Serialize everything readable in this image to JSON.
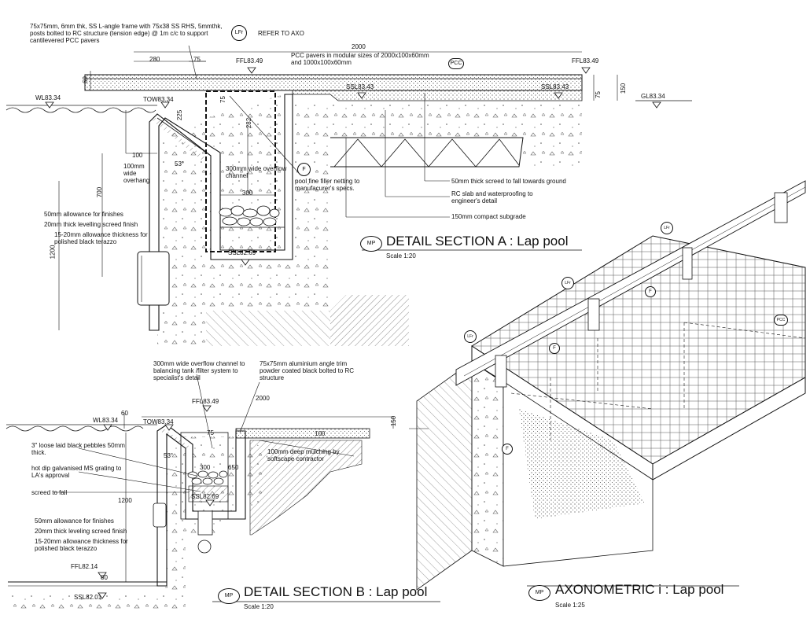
{
  "section_a": {
    "title": "DETAIL SECTION A : Lap pool",
    "scale": "Scale 1:20",
    "badge": "MP",
    "notes": {
      "frame": "75x75mm, 6mm thk, SS L-angle frame with 75x38 SS RHS, 5mmthk, posts bolted to RC structure (tension edge) @ 1m c/c to support cantilevered PCC pavers",
      "lfr": "LFr",
      "refer": "REFER TO AXO",
      "pavers": "PCC pavers in modular sizes of 2000x100x60mm and 1000x100x60mm",
      "pcc": "PCC",
      "ffl_left": "FFL83.49",
      "ffl_right": "FFL83.49",
      "ssl_top": "SSL83.43",
      "ssl_right": "SSL83.43",
      "gl": "GL83.34",
      "wl": "WL83.34",
      "tow": "TOW83.34",
      "overhang": "100mm wide overhang",
      "channel": "300mm wide overflow channel",
      "filler_tag": "F",
      "filler": "pool fine filler netting to manufacurer's specs.",
      "screed": "50mm thick screed to fall towards ground",
      "rc": "RC slab and waterproofing to engineer's detail",
      "subgrade": "150mm compact subgrade",
      "finish1": "50mm allowance for finishes",
      "finish2": "20mm thick levelling screed finish",
      "finish3": "15-20mm allowance thickness for polished black terazzo",
      "ssl_bottom": "SSL82.69"
    },
    "dims": {
      "d2000": "2000",
      "d280": "280",
      "d75": "75",
      "d60": "60",
      "d150": "150",
      "d75b": "75",
      "d225": "225",
      "d282": "282",
      "d100": "100",
      "d53": "53°",
      "d300": "300",
      "d700": "700",
      "d1200": "1200",
      "d75c": "75"
    }
  },
  "section_b": {
    "title": "DETAIL SECTION B : Lap pool",
    "scale": "Scale 1:20",
    "badge": "MP",
    "notes": {
      "channel": "300mm wide overflow channel to balancing tank /filter system to specialist's detail",
      "angle": "75x75mm aluminium angle trim powder coated black bolted to RC structure",
      "ffl": "FFL83.49",
      "wl": "WL83.34",
      "tow": "TOW83.34",
      "pebbles": "3\" loose laid black pebbles 50mm thick.",
      "grating": "hot dip galvanised MS grating to LA's approval",
      "screed": "screed to fall",
      "mulch": "100mm deep mulching by softscape contractor",
      "ssl": "SSL82.69",
      "finish1": "50mm allowance for finishes",
      "finish2": "20mm thick leveling screed finish",
      "finish3": "15-20mm allowance thickness for polished black terazzo",
      "ffl_low": "FFL82.14",
      "ssl_low": "SSL82.01"
    },
    "dims": {
      "d2000": "2000",
      "d60": "60",
      "d75": "75",
      "d100": "100",
      "d150": "150",
      "d53": "53°",
      "d300": "300",
      "d650": "650",
      "d1200": "1200",
      "d80": "80"
    }
  },
  "axo": {
    "title": "AXONOMETRIC i : Lap pool",
    "scale": "Scale 1:25",
    "badge": "MP",
    "tags": [
      "LFr",
      "LFr",
      "LFr",
      "F",
      "F",
      "F",
      "PCC"
    ]
  }
}
